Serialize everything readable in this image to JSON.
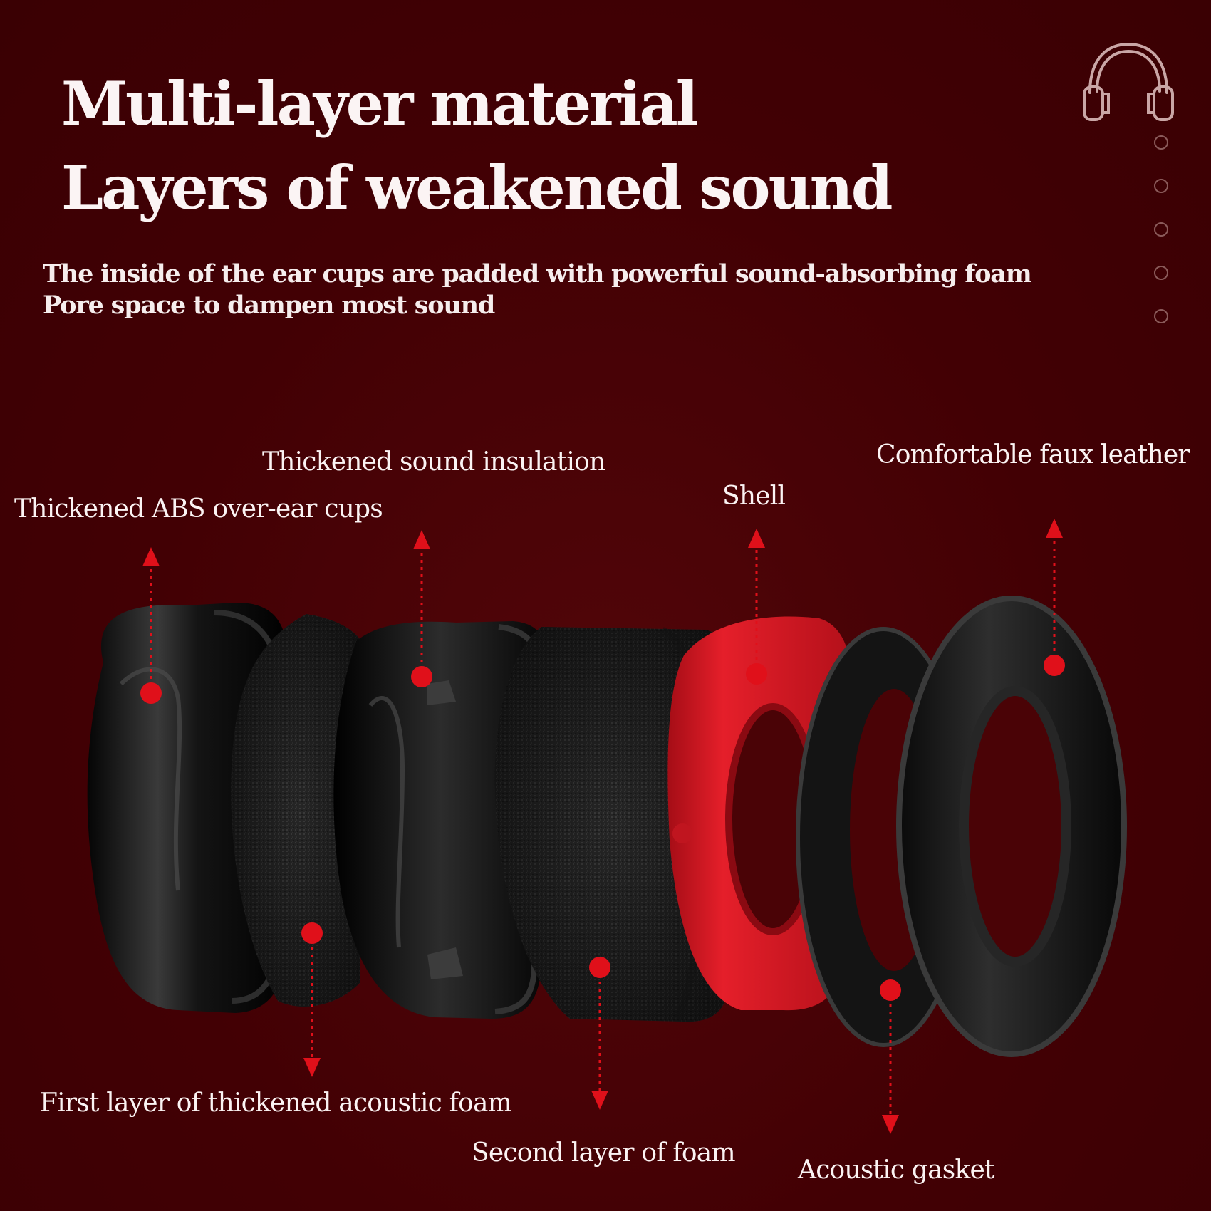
{
  "header": {
    "title_line1": "Multi-layer material",
    "title_line2": "Layers of weakened sound",
    "subtitle_line1": "The inside of the ear cups are padded with powerful sound-absorbing foam",
    "subtitle_line2": "Pore space to dampen most sound"
  },
  "labels": {
    "abs_cups": "Thickened ABS over-ear cups",
    "sound_insulation": "Thickened sound insulation",
    "shell": "Shell",
    "faux_leather": "Comfortable faux leather",
    "first_foam": "First layer of thickened acoustic foam",
    "second_foam": "Second layer of foam",
    "gasket": "Acoustic gasket"
  },
  "nav_dots": {
    "count": 5
  },
  "colors": {
    "background": "#400004",
    "accent_red": "#e0101a",
    "shell_red": "#d01a24",
    "text": "#fbf3f3"
  },
  "icons": [
    "headphone-icon"
  ]
}
